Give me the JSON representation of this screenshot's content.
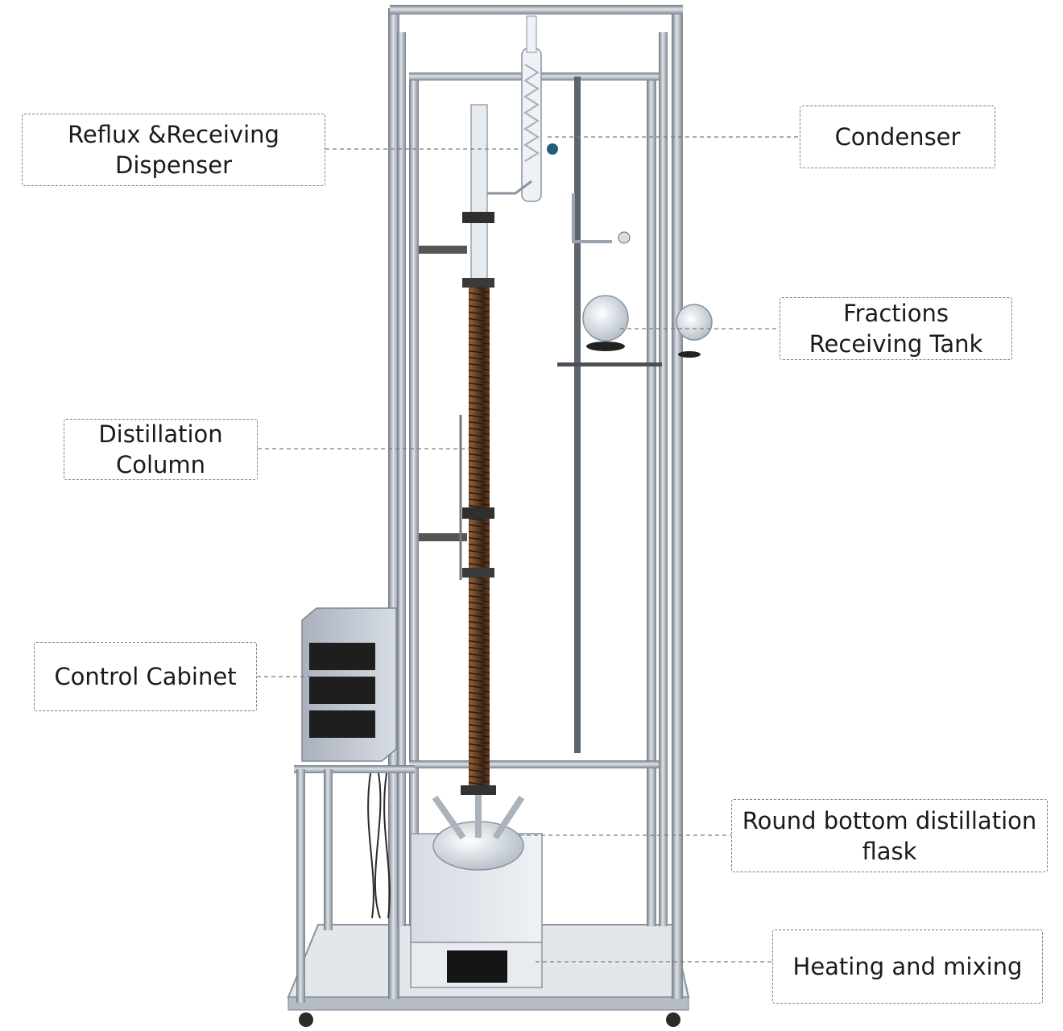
{
  "labels": {
    "reflux": "Reflux &Receiving\nDispenser",
    "condenser": "Condenser",
    "fractions": "Fractions\nReceiving Tank",
    "column": "Distillation\nColumn",
    "cabinet": "Control Cabinet",
    "flask": "Round bottom distillation\nflask",
    "heating": "Heating and mixing"
  },
  "colors": {
    "frame": "#9aa3ad",
    "column_packing": "#5a3b26",
    "cabinet": "#c9ced6",
    "label_border": "#7b7b7b",
    "leader_line": "#7b7b7b"
  }
}
